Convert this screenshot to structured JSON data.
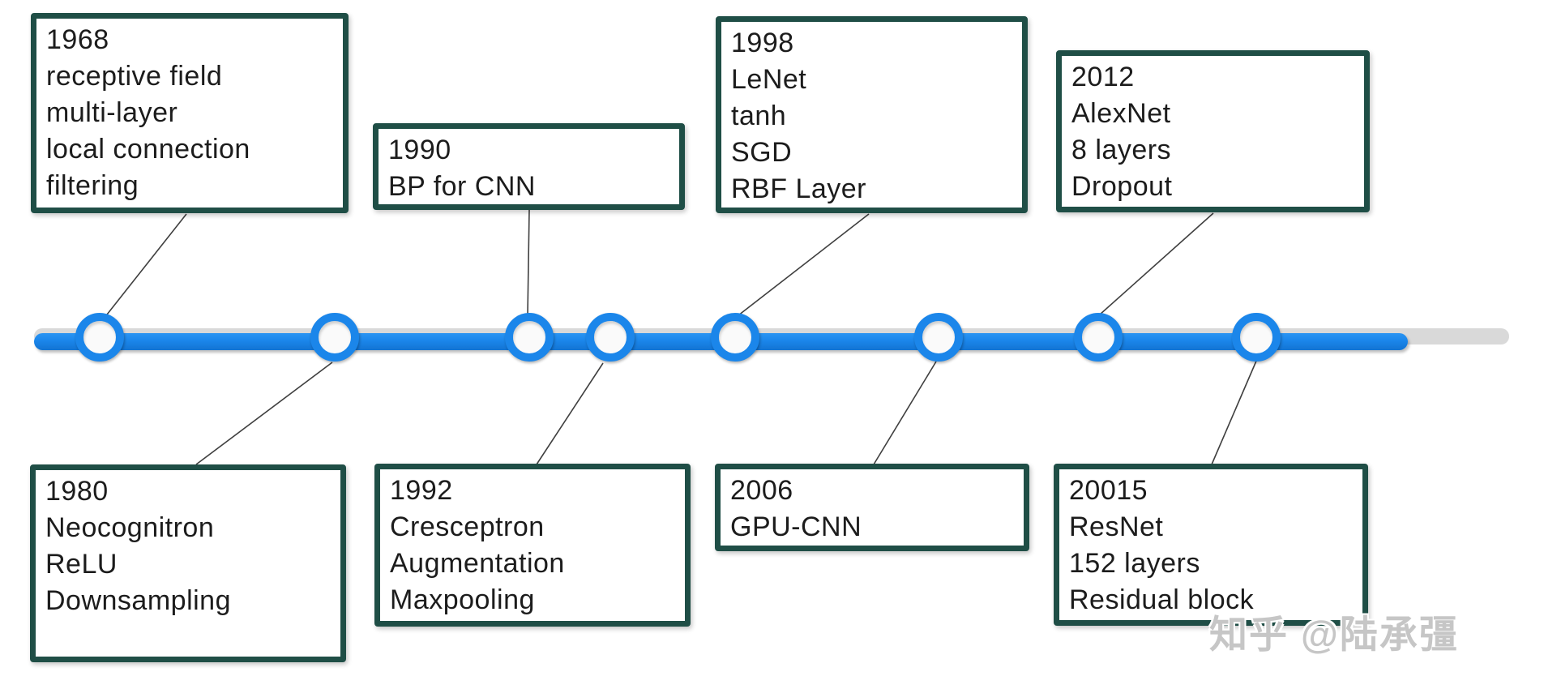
{
  "colors": {
    "accent_blue": "#1b86ea",
    "box_border_green": "#1f4e46",
    "track_gray": "#d9d9d9",
    "connector_gray": "#3f3f3f",
    "watermark_gray": "#c6c6c6"
  },
  "watermark": {
    "text": "知乎 @陆承彊"
  },
  "timeline": {
    "node_count": 8,
    "events": [
      {
        "year": "1968",
        "side": "top",
        "details": [
          "receptive field",
          "multi-layer",
          "local connection",
          "filtering"
        ]
      },
      {
        "year": "1980",
        "side": "bottom",
        "details": [
          "Neocognitron",
          "ReLU",
          "Downsampling"
        ]
      },
      {
        "year": "1990",
        "side": "top",
        "details": [
          "BP for CNN"
        ]
      },
      {
        "year": "1992",
        "side": "bottom",
        "details": [
          "Cresceptron",
          "Augmentation",
          "Maxpooling"
        ]
      },
      {
        "year": "1998",
        "side": "top",
        "details": [
          "LeNet",
          "tanh",
          "SGD",
          "RBF Layer"
        ]
      },
      {
        "year": "2006",
        "side": "bottom",
        "details": [
          "GPU-CNN"
        ]
      },
      {
        "year": "2012",
        "side": "top",
        "details": [
          "AlexNet",
          "8 layers",
          "Dropout"
        ]
      },
      {
        "year": "20015",
        "side": "bottom",
        "details": [
          "ResNet",
          "152 layers",
          "Residual block"
        ]
      }
    ]
  }
}
